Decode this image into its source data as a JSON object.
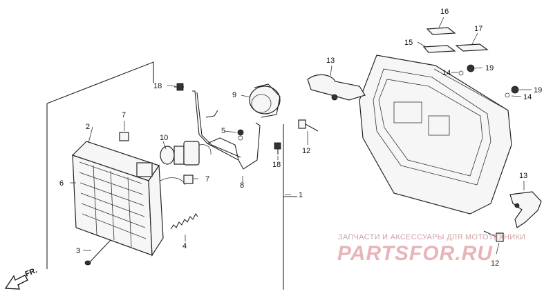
{
  "callouts": {
    "c1": "1",
    "c2": "2",
    "c3": "3",
    "c4": "4",
    "c5": "5",
    "c6": "6",
    "c7a": "7",
    "c7b": "7",
    "c8": "8",
    "c9": "9",
    "c10": "10",
    "c12a": "12",
    "c12b": "12",
    "c13a": "13",
    "c13b": "13",
    "c14a": "14",
    "c14b": "14",
    "c15": "15",
    "c16": "16",
    "c17": "17",
    "c18a": "18",
    "c18b": "18",
    "c19a": "19",
    "c19b": "19"
  },
  "front_indicator": "FR.",
  "watermark": {
    "tagline": "ЗАПЧАСТИ И АКСЕССУАРЫ ДЛЯ МОТОТЕХНИКИ",
    "brand": "PARTSFOR.RU",
    "brand_color": "#e7b4b9"
  }
}
